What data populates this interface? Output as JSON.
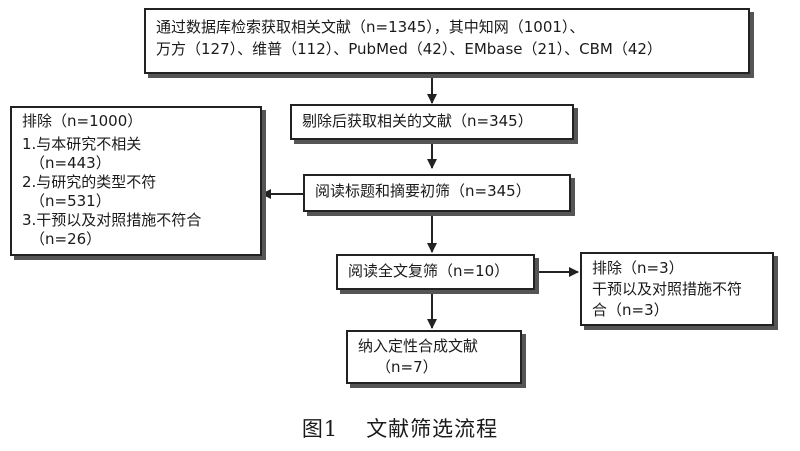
{
  "flowchart": {
    "source_box": {
      "line1": "通过数据库检索获取相关文献（n=1345），其中知网（1001）、",
      "line2": "万方（127）、维普（112）、PubMed（42）、EMbase（21）、CBM（42）"
    },
    "dedup_box": {
      "text": "剔除后获取相关的文献（n=345）"
    },
    "screen_box": {
      "text": "阅读标题和摘要初筛（n=345）"
    },
    "fulltext_box": {
      "text": "阅读全文复筛（n=10）"
    },
    "final_box": {
      "line1": "纳入定性合成文献",
      "line2": "（n=7）"
    },
    "exclude_left": {
      "title": "排除（n=1000）",
      "item1": "1.与本研究不相关",
      "item1_n": "（n=443）",
      "item2": "2.与研究的类型不符",
      "item2_n": "（n=531）",
      "item3": "3.干预以及对照措施不符合",
      "item3_n": "（n=26）"
    },
    "exclude_right": {
      "title": "排除（n=3）",
      "line1": "干预以及对照措施不符",
      "line2": "合（n=3）"
    }
  },
  "caption": {
    "label": "图1",
    "title": "文献筛选流程"
  }
}
